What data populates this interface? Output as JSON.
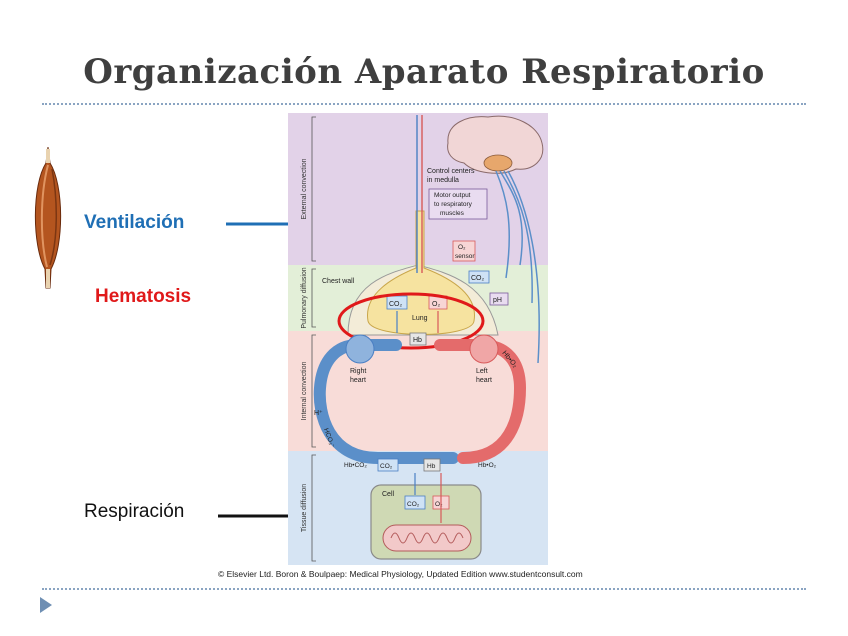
{
  "slide": {
    "title": "Organización Aparato Respiratorio",
    "labels": {
      "ventilacion": "Ventilación",
      "hematosis": "Hematosis",
      "respiracion": "Respiración"
    },
    "credit": "© Elsevier Ltd. Boron & Boulpaep: Medical Physiology, Updated Edition   www.studentconsult.com"
  },
  "diagram": {
    "zones": [
      "External convection",
      "Pulmonary diffusion",
      "Internal convection",
      "Tissue diffusion"
    ],
    "control_centers": "Control centers",
    "in_medulla": "in medulla",
    "motor_output": [
      "Motor output",
      "to respiratory",
      "muscles"
    ],
    "o2_sensor": [
      "O₂",
      "sensor"
    ],
    "co2": "CO₂",
    "o2": "O₂",
    "ph": "pH",
    "chest_wall": "Chest wall",
    "lung": "Lung",
    "hb": "Hb",
    "hb_o2": "Hb•O₂",
    "hb_co2": "Hb•CO₂",
    "h_plus": "H⁺",
    "hco3": "HCO₃⁻",
    "right_heart": [
      "Right",
      "heart"
    ],
    "left_heart": [
      "Left",
      "heart"
    ],
    "cell": "Cell"
  },
  "colors": {
    "title": "#3f3f3f",
    "ventilacion": "#1f6fb5",
    "hematosis": "#e0191a",
    "respiracion": "#111111",
    "venous": "#5b8fc9",
    "arterial": "#e46b6b"
  },
  "icons": [
    "muscle-icon",
    "bullet-triangle-icon"
  ]
}
